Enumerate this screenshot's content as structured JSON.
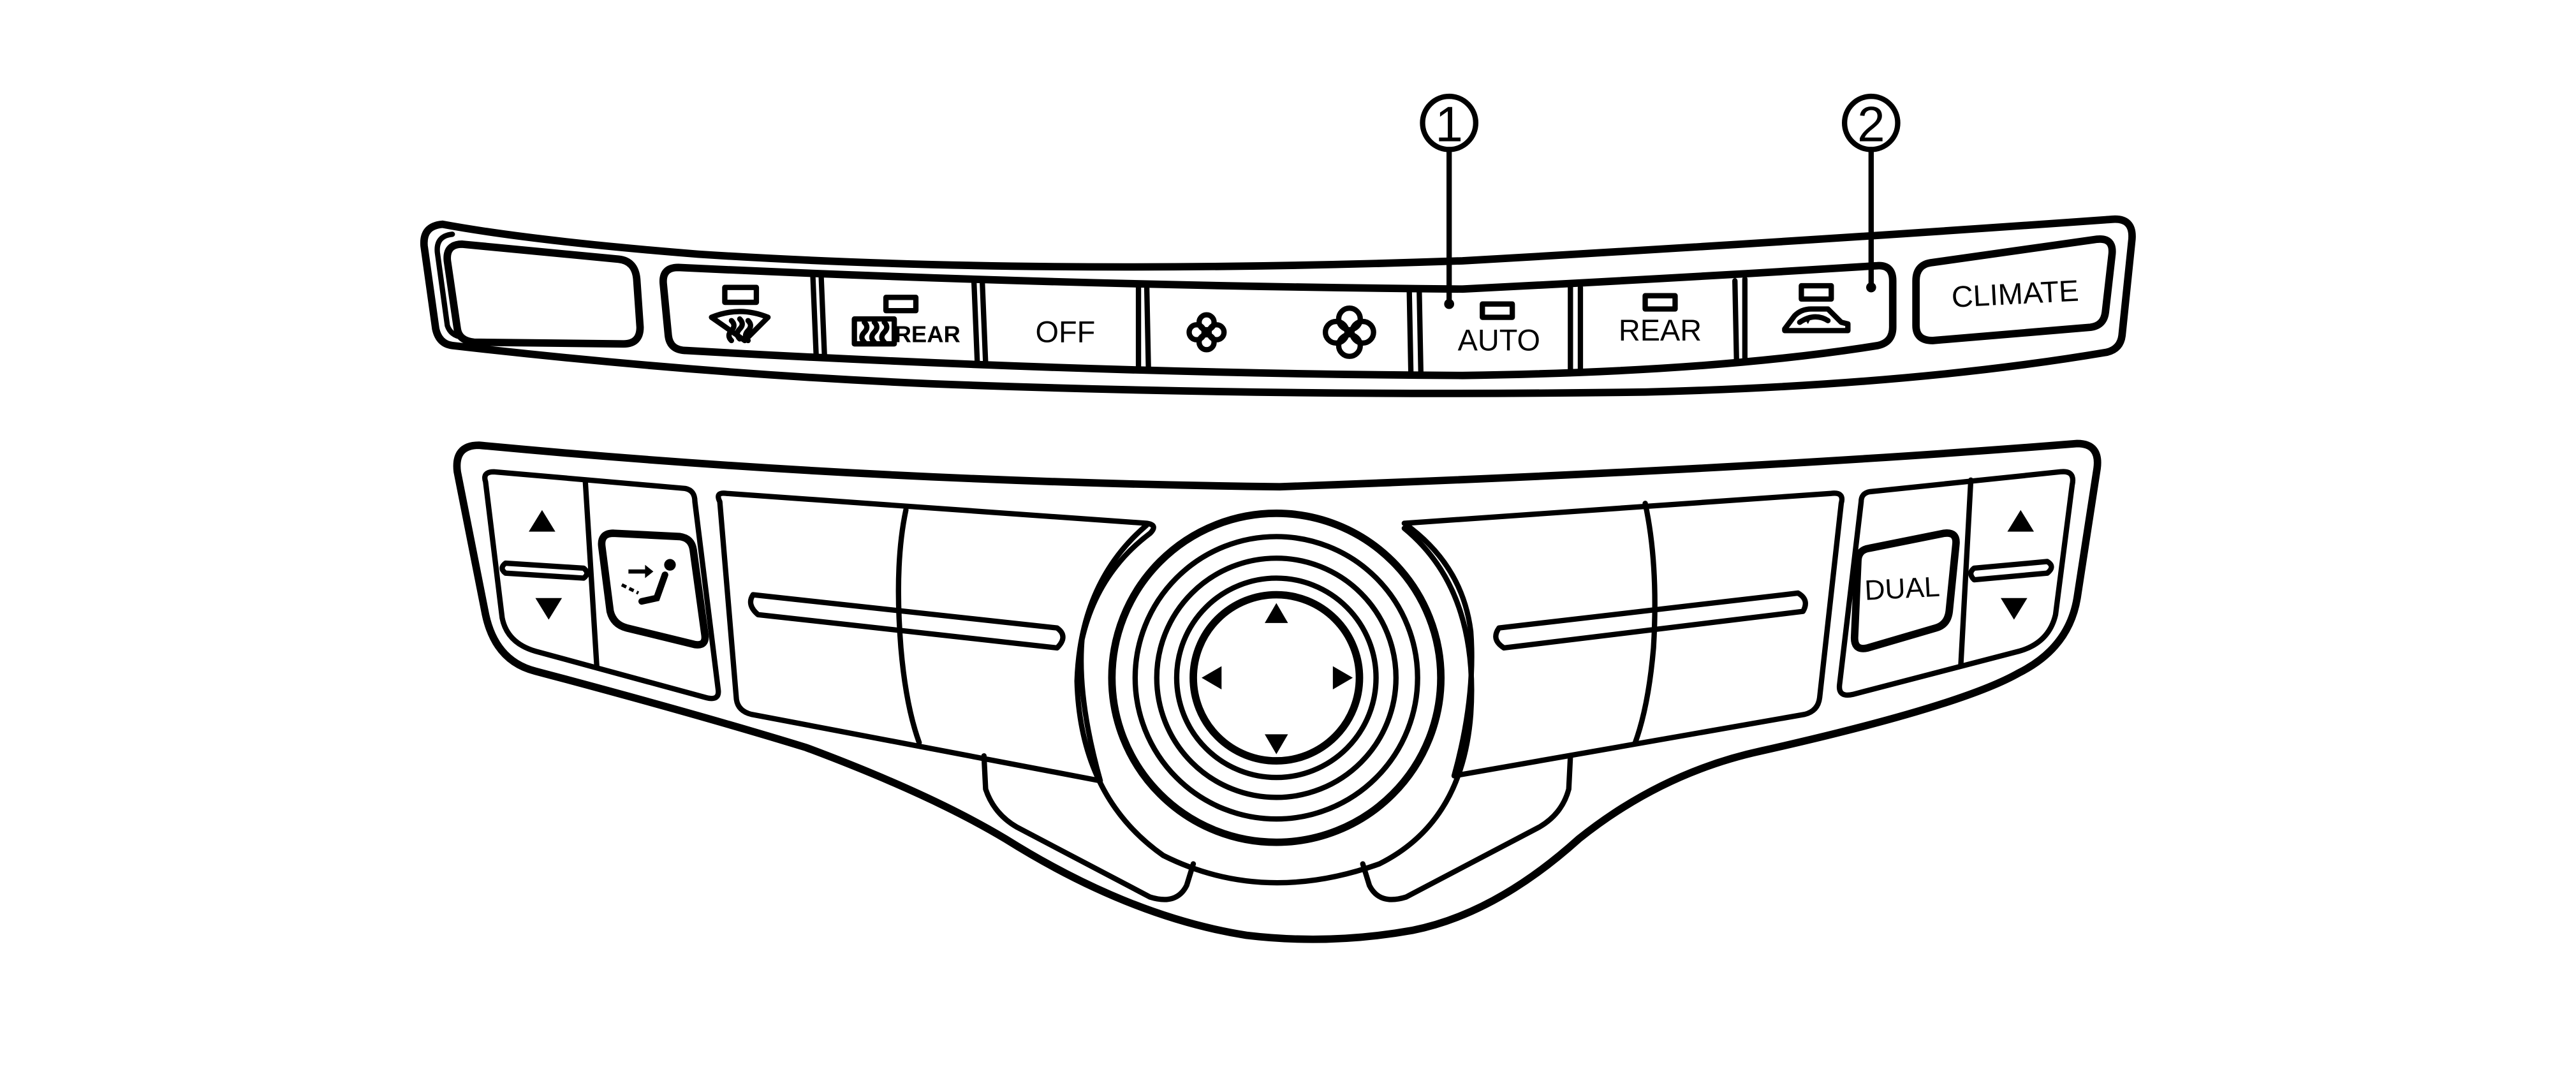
{
  "callouts": [
    "1",
    "2"
  ],
  "top_panel": {
    "buttons": [
      {
        "id": "blank",
        "label": ""
      },
      {
        "id": "front-defrost",
        "label": "",
        "icon": "front-defrost-icon",
        "indicator": true
      },
      {
        "id": "rear-defrost",
        "label": "REAR",
        "icon": "rear-defrost-icon",
        "indicator": true
      },
      {
        "id": "off",
        "label": "OFF"
      },
      {
        "id": "fan-low",
        "label": "",
        "icon": "fan-small-icon"
      },
      {
        "id": "fan-high",
        "label": "",
        "icon": "fan-large-icon"
      },
      {
        "id": "auto",
        "label": "AUTO",
        "indicator": true
      },
      {
        "id": "rear",
        "label": "REAR",
        "indicator": true
      },
      {
        "id": "recirc",
        "label": "",
        "icon": "air-recirculation-icon",
        "indicator": true
      },
      {
        "id": "climate",
        "label": "CLIMATE"
      }
    ]
  },
  "bottom_panel": {
    "left_temp": {
      "up_icon": "triangle-up-icon",
      "down_icon": "triangle-down-icon"
    },
    "mode_button": {
      "icon": "air-flow-mode-icon"
    },
    "dual_button": {
      "label": "DUAL"
    },
    "right_temp": {
      "up_icon": "triangle-up-icon",
      "down_icon": "triangle-down-icon"
    },
    "dial": {
      "arrows": [
        "triangle-up-icon",
        "triangle-left-icon",
        "triangle-right-icon",
        "triangle-down-icon"
      ]
    }
  }
}
